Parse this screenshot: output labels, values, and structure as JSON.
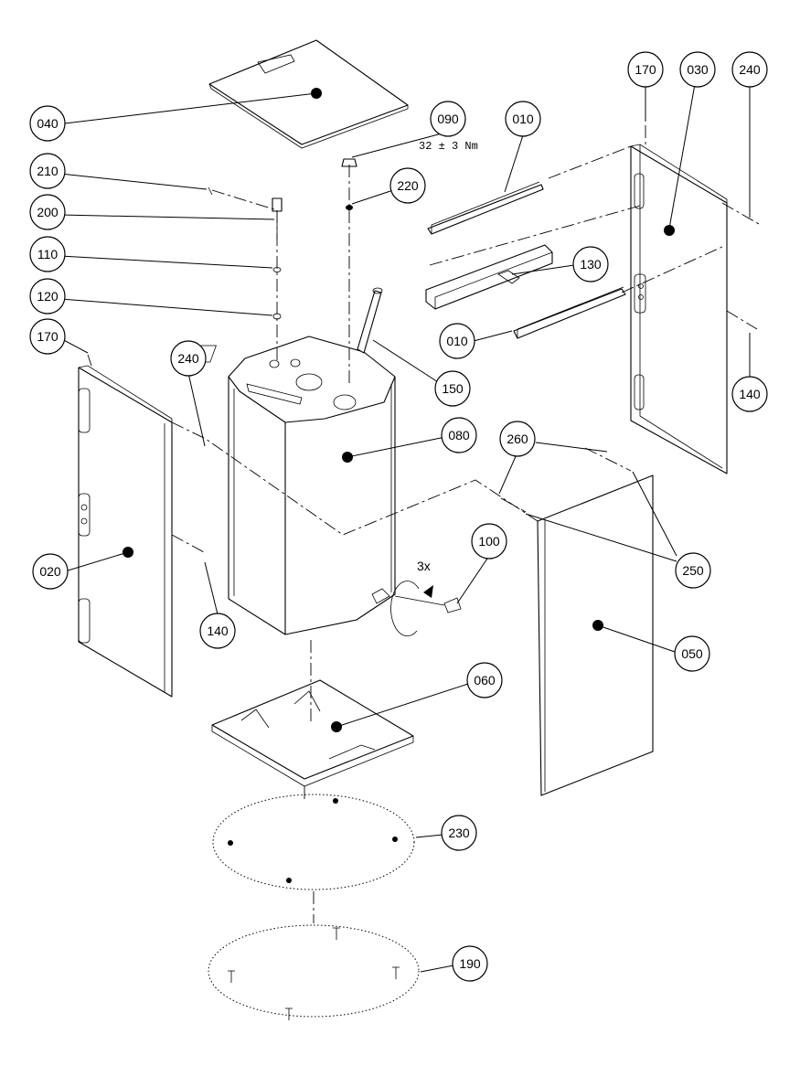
{
  "callouts": [
    {
      "id": "c040",
      "label": "040"
    },
    {
      "id": "c090",
      "label": "090"
    },
    {
      "id": "c010a",
      "label": "010"
    },
    {
      "id": "c170a",
      "label": "170"
    },
    {
      "id": "c030",
      "label": "030"
    },
    {
      "id": "c240a",
      "label": "240"
    },
    {
      "id": "c210",
      "label": "210"
    },
    {
      "id": "c220",
      "label": "220"
    },
    {
      "id": "c200",
      "label": "200"
    },
    {
      "id": "c110",
      "label": "110"
    },
    {
      "id": "c130",
      "label": "130"
    },
    {
      "id": "c120",
      "label": "120"
    },
    {
      "id": "c010b",
      "label": "010"
    },
    {
      "id": "c170b",
      "label": "170"
    },
    {
      "id": "c240b",
      "label": "240"
    },
    {
      "id": "c150",
      "label": "150"
    },
    {
      "id": "c140a",
      "label": "140"
    },
    {
      "id": "c080",
      "label": "080"
    },
    {
      "id": "c260",
      "label": "260"
    },
    {
      "id": "c100",
      "label": "100"
    },
    {
      "id": "c020",
      "label": "020"
    },
    {
      "id": "c250",
      "label": "250"
    },
    {
      "id": "c140b",
      "label": "140"
    },
    {
      "id": "c050",
      "label": "050"
    },
    {
      "id": "c060",
      "label": "060"
    },
    {
      "id": "c230",
      "label": "230"
    },
    {
      "id": "c190",
      "label": "190"
    }
  ],
  "notes": {
    "torque": "32 ± 3 Nm",
    "repeat": "3x"
  }
}
